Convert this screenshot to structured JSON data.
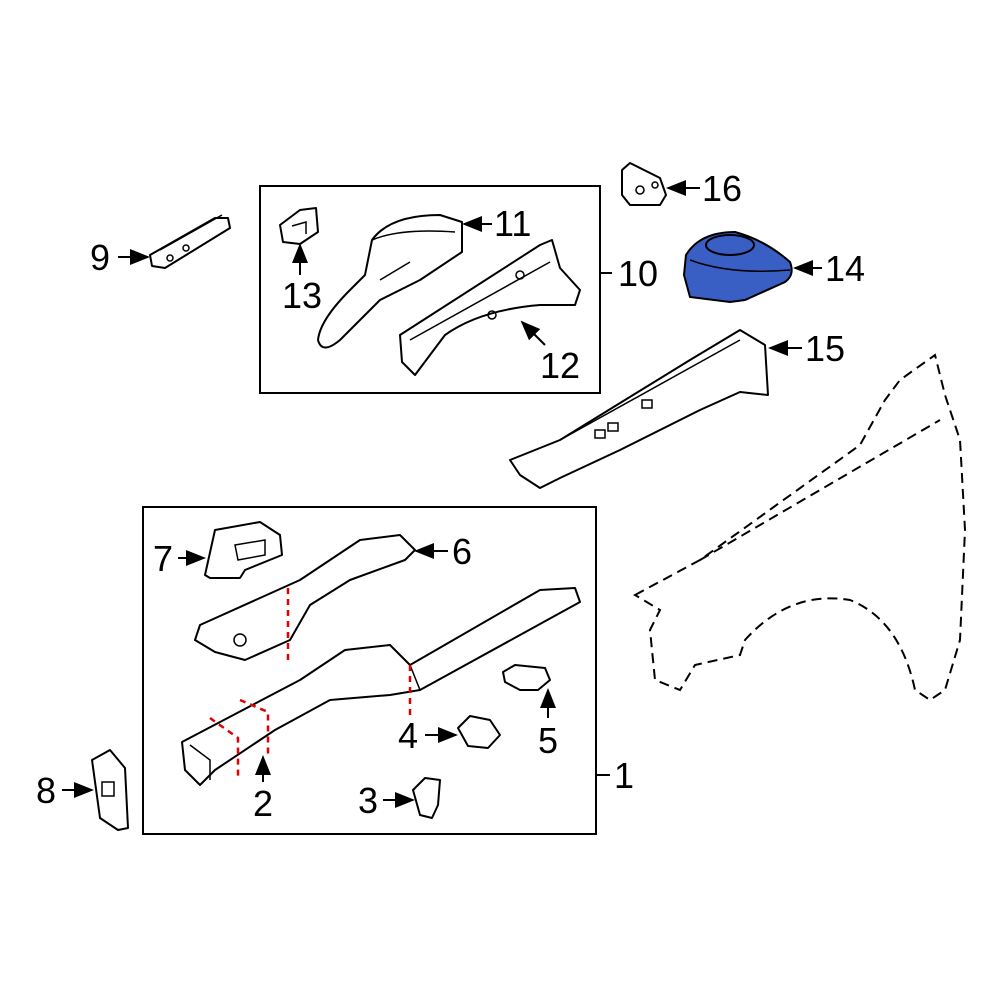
{
  "diagram": {
    "highlight_color": "#3a5fc4",
    "callouts": [
      {
        "id": "1",
        "label": "1"
      },
      {
        "id": "2",
        "label": "2"
      },
      {
        "id": "3",
        "label": "3"
      },
      {
        "id": "4",
        "label": "4"
      },
      {
        "id": "5",
        "label": "5"
      },
      {
        "id": "6",
        "label": "6"
      },
      {
        "id": "7",
        "label": "7"
      },
      {
        "id": "8",
        "label": "8"
      },
      {
        "id": "9",
        "label": "9"
      },
      {
        "id": "10",
        "label": "10"
      },
      {
        "id": "11",
        "label": "11"
      },
      {
        "id": "12",
        "label": "12"
      },
      {
        "id": "13",
        "label": "13"
      },
      {
        "id": "14",
        "label": "14"
      },
      {
        "id": "15",
        "label": "15"
      },
      {
        "id": "16",
        "label": "16"
      }
    ],
    "highlighted_part": "14"
  }
}
